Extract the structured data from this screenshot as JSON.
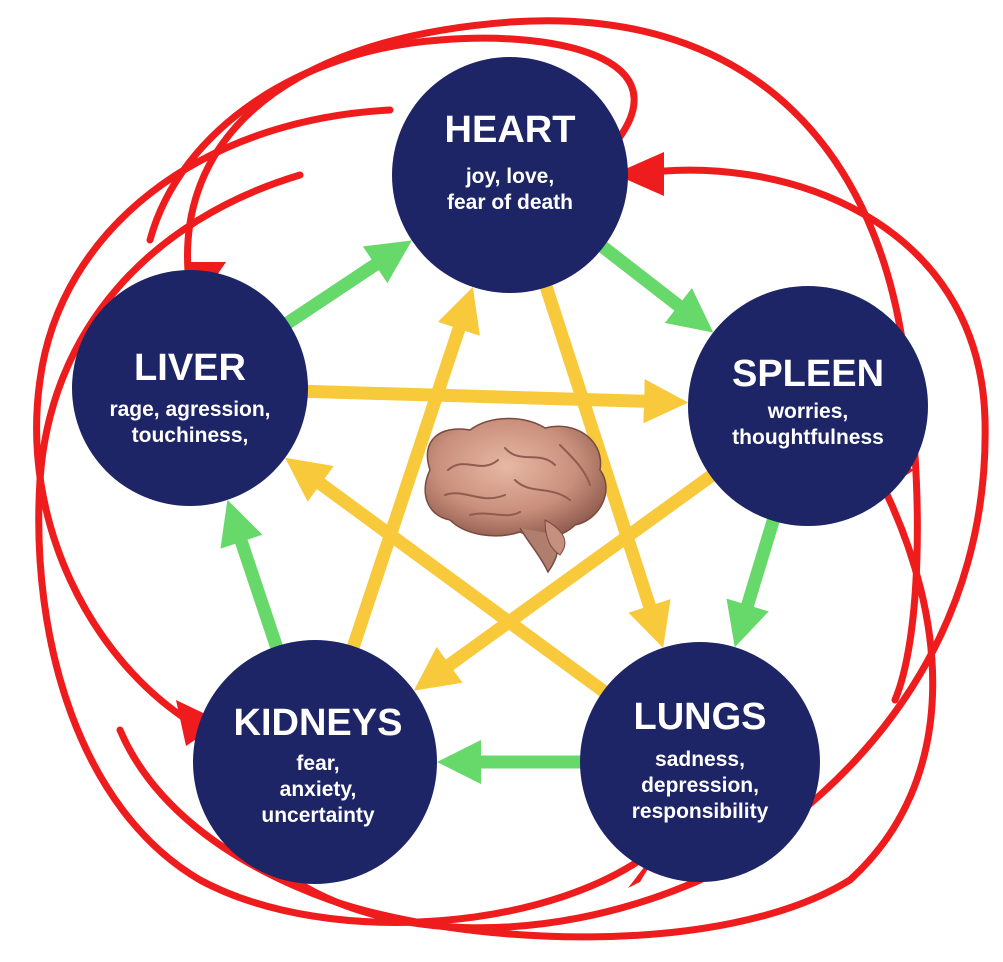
{
  "colors": {
    "organ_fill": "#1e2566",
    "organ_text": "#ffffff",
    "generating_cycle": "#66d96a",
    "controlling_cycle": "#f8c93a",
    "outer_cycle": "#ee1c1c",
    "background": "#ffffff"
  },
  "center": {
    "icon": "brain-icon"
  },
  "organs": {
    "heart": {
      "name": "HEART",
      "emotions": [
        "joy, love,",
        "fear of death"
      ]
    },
    "spleen": {
      "name": "SPLEEN",
      "emotions": [
        "worries,",
        "thoughtfulness"
      ]
    },
    "lungs": {
      "name": "LUNGS",
      "emotions": [
        "sadness,",
        "depression,",
        "responsibility"
      ]
    },
    "kidneys": {
      "name": "KIDNEYS",
      "emotions": [
        "fear,",
        "anxiety,",
        "uncertainty"
      ]
    },
    "liver": {
      "name": "LIVER",
      "emotions": [
        "rage, agression,",
        "touchiness,"
      ]
    }
  },
  "cycles": {
    "generating": [
      {
        "from": "liver",
        "to": "heart"
      },
      {
        "from": "heart",
        "to": "spleen"
      },
      {
        "from": "spleen",
        "to": "lungs"
      },
      {
        "from": "lungs",
        "to": "kidneys"
      },
      {
        "from": "kidneys",
        "to": "liver"
      }
    ],
    "controlling": [
      {
        "from": "liver",
        "to": "spleen"
      },
      {
        "from": "spleen",
        "to": "kidneys"
      },
      {
        "from": "kidneys",
        "to": "heart"
      },
      {
        "from": "heart",
        "to": "lungs"
      },
      {
        "from": "lungs",
        "to": "liver"
      }
    ]
  }
}
